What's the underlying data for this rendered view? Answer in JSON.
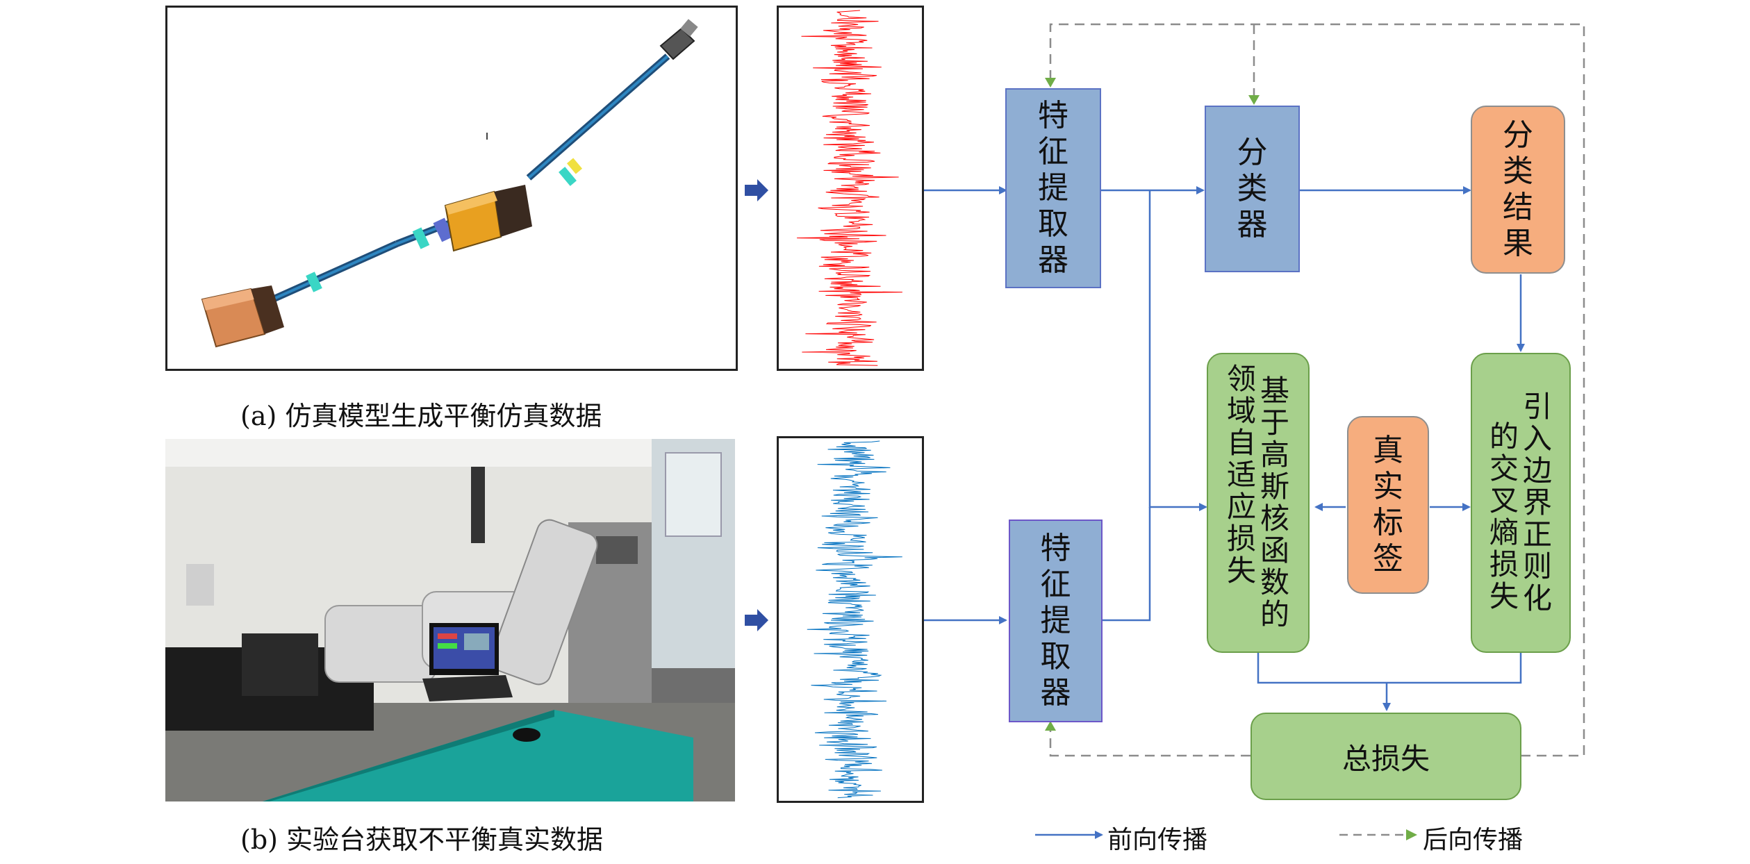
{
  "captions": {
    "a": "(a) 仿真模型生成平衡仿真数据",
    "b": "(b) 实验台获取不平衡真实数据"
  },
  "nodes": {
    "feature_extractor_top": "特征提取器",
    "feature_extractor_bottom": "特征提取器",
    "classifier": "分类器",
    "classification_result": "分类结果",
    "domain_loss_line1": "基于高斯核函数的",
    "domain_loss_line2": "领域自适应损失",
    "true_label": "真实标签",
    "ce_loss_line1": "引入边界正则化",
    "ce_loss_line2": "的交叉熵损失",
    "total_loss": "总损失"
  },
  "legend": {
    "forward": "前向传播",
    "backward": "后向传播"
  },
  "colors": {
    "forward_arrow": "#4472c4",
    "backward_arrow": "#70ad47",
    "signal_simulated": "#ff0000",
    "signal_real": "#0070c0"
  },
  "images": {
    "simulation_model": "rotor-simulation-model",
    "test_bench_photo": "rotor-test-bench-photo"
  }
}
